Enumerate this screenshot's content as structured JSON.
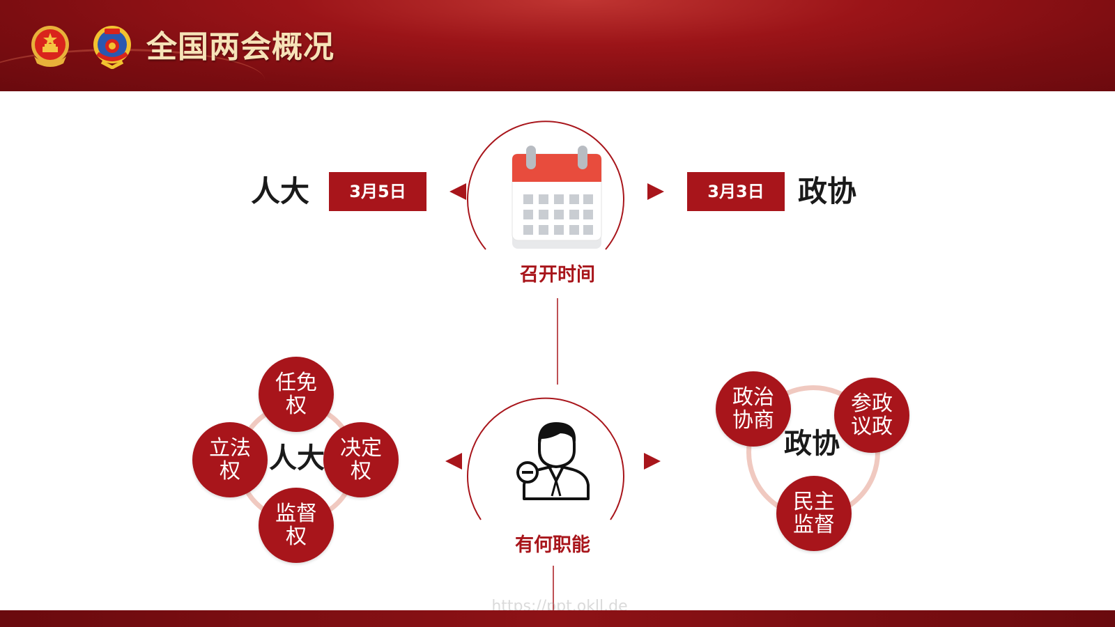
{
  "header": {
    "title": "全国两会概况"
  },
  "meeting_time": {
    "label": "召开时间",
    "npc": {
      "name": "人大",
      "date": "3月5日"
    },
    "cppcc": {
      "name": "政协",
      "date": "3月3日"
    }
  },
  "functions": {
    "label": "有何职能",
    "npc": {
      "name": "人大",
      "powers": [
        {
          "line1": "任免",
          "line2": "权"
        },
        {
          "line1": "立法",
          "line2": "权"
        },
        {
          "line1": "决定",
          "line2": "权"
        },
        {
          "line1": "监督",
          "line2": "权"
        }
      ]
    },
    "cppcc": {
      "name": "政协",
      "roles": [
        {
          "line1": "政治",
          "line2": "协商"
        },
        {
          "line1": "参政",
          "line2": "议政"
        },
        {
          "line1": "民主",
          "line2": "监督"
        }
      ]
    }
  },
  "watermark": "https://ppt.okll.de",
  "colors": {
    "accent": "#a8151b",
    "header": "#8e1216",
    "ring": "#f0c9c0",
    "title": "#f6e3b8"
  },
  "icons": [
    "national-emblem-icon",
    "cppcc-emblem-icon",
    "calendar-icon",
    "person-icon"
  ]
}
